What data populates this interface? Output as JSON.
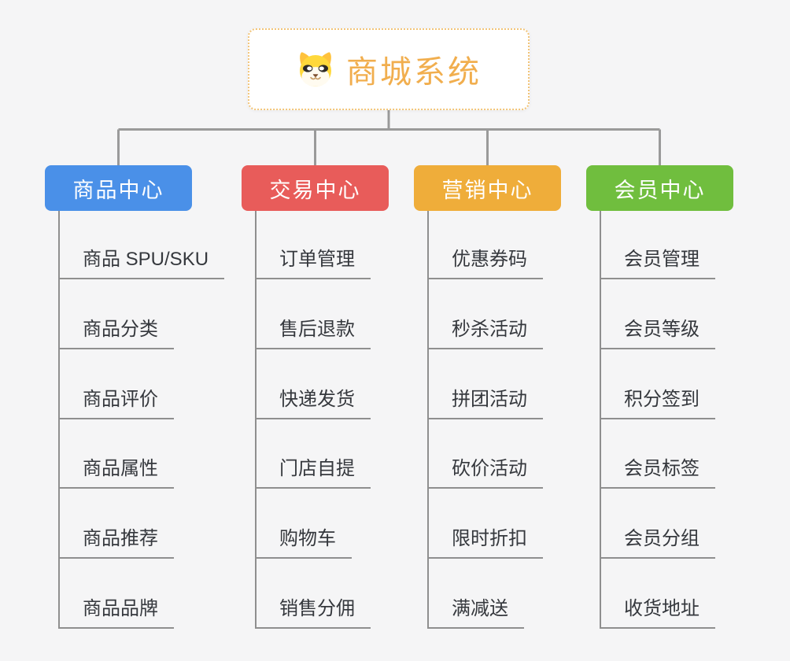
{
  "page": {
    "background": "#f5f5f6"
  },
  "root": {
    "title": "商城系统",
    "icon": "dog-logo-icon",
    "text_color": "#f1ae4e",
    "border_color": "#f2c478"
  },
  "colors": {
    "connector": "#9a9a9a",
    "branch_trunk": "#8f8f8f",
    "leaf_text": "#35383d"
  },
  "branches": [
    {
      "id": "product-center",
      "label": "商品中心",
      "color": "#4a90e8",
      "items": [
        "商品 SPU/SKU",
        "商品分类",
        "商品评价",
        "商品属性",
        "商品推荐",
        "商品品牌"
      ]
    },
    {
      "id": "trade-center",
      "label": "交易中心",
      "color": "#e85c5a",
      "items": [
        "订单管理",
        "售后退款",
        "快递发货",
        "门店自提",
        "购物车",
        "销售分佣"
      ]
    },
    {
      "id": "marketing-center",
      "label": "营销中心",
      "color": "#efad3a",
      "items": [
        "优惠券码",
        "秒杀活动",
        "拼团活动",
        "砍价活动",
        "限时折扣",
        "满减送"
      ]
    },
    {
      "id": "member-center",
      "label": "会员中心",
      "color": "#70be3e",
      "items": [
        "会员管理",
        "会员等级",
        "积分签到",
        "会员标签",
        "会员分组",
        "收货地址"
      ]
    }
  ]
}
